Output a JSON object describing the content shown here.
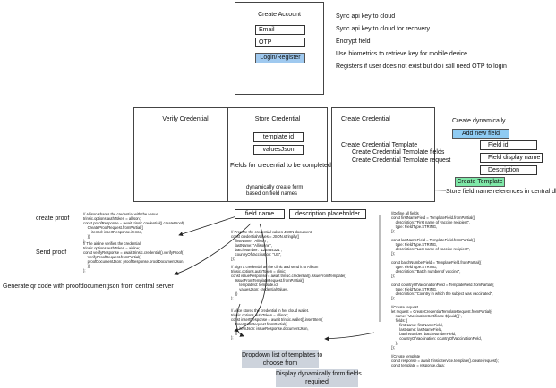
{
  "create_account": {
    "title": "Create Account",
    "email_label": "Email",
    "otp_label": "OTP",
    "login_button": "Login/Register",
    "notes": [
      "Sync api key to cloud",
      "Sync api key to cloud for recovery",
      "Encrypt field",
      "Use biometrics to retrieve key for mobile device",
      "Registers if user does not exist but do i still need OTP to login"
    ]
  },
  "panels": {
    "verify_title": "Verify Credential",
    "store_title": "Store Credential",
    "store_template_id": "template id",
    "store_values_json": "valuesJson",
    "store_fields_note": "Fields for credential to be completed",
    "store_dynamic_note": "dynamically create form\nbased on field names",
    "create_title": "Create Credential",
    "create_template_lines": [
      "Create Credential Template",
      "Create Credential Template fields",
      "Create Credential Template request"
    ]
  },
  "create_dynamic": {
    "title": "Create dynamically",
    "add_field_button": "Add new field",
    "fields": [
      "Field id",
      "Field display name",
      "Description"
    ],
    "create_template_button": "Create Template",
    "central_db_note": "Store field name references in central db"
  },
  "field_row": {
    "field_name": "field name",
    "description_placeholder": "description placeholder"
  },
  "left_notes": {
    "create_proof": "create proof",
    "send_proof": "Send proof",
    "generate_qr": "Generate qr code with proofdocumentjson from central server"
  },
  "code": {
    "alison": "// Allison shares the credential with the venue.\ntrinsic.options.authToken = allison;\nconst proofResponse = await trinsic.credential().createProof(\n    CreateProofRequest.fromPartial({\n        itemId: insertResponse.itemId,\n    })\n);",
    "airline": "// The airline verifies the credential\ntrinsic.options.authToken = airline;\nconst verifyResponse = await trinsic.credential().verifyProof(\n    VerifyProofRequest.fromPartial({\n    proofDocumentJson: proofResponse.proofDocumentJson,\n    })\n);",
    "prepare": "// Prepare the credential values JSON document\nconst credentialValues = JSON.stringify({\n    firstName: \"Allison\",\n    lastName: \"Allisonne\",\n    batchNumber: \"123454321\",\n    countryOfVaccination: \"US\",\n});",
    "sign": "// Sign a credential as the clinic and send it to Allison\ntrinsic.options.authToken = clinic;\nconst issueResponse = await trinsic.credential().issueFromTemplate(\n    IssueFromTemplateRequest.fromPartial({\n        templateId: template.id,\n        valuesJson: credentialValues,\n    })\n);",
    "wallet": "// Alice stores the credential in her cloud wallet.\ntrinsic.options.authToken = allison;\nconst insertResponse = await trinsic.wallet().insertItem(\n    InsertItemRequest.fromPartial({\n        itemJson: issueResponse.documentJson,\n    })\n);",
    "define": "//Define all fields\nconst firstNameField = TemplateField.fromPartial({\n    description: \"First name of vaccine recipient\",\n    type: FieldType.STRING,\n});\n\nconst lastNameField = TemplateField.fromPartial({\n    type: FieldType.STRING,\n    description: \"Last name of vaccine recipient\",\n});\n\nconst batchNumberField = TemplateField.fromPartial({\n    type: FieldType.STRING,\n    description: \"Batch number of vaccine\",\n});\n\nconst countryOfVaccinationField = TemplateField.fromPartial({\n    type: FieldType.STRING,\n    description: \"Country in which the subject was vaccinated\",\n});\n\n//Create request\nlet request = CreateCredentialTemplateRequest.fromPartial({\n    name: `VaccinationCertificate-${uuid()}`,\n    fields: {\n        firstName: firstNameField,\n        lastName: lastNameField,\n        batchNumber: batchNumberField,\n        countryOfVaccination: countryOfVaccinationField,\n    },\n});\n\n//Create template\nconst response = await trinsicService.template().create(request);\nconst template = response.data;"
  },
  "bottom": {
    "dropdown_note": "Dropdown list of templates to\nchoose from",
    "display_note": "Display dynamically form fields\nrequired"
  },
  "colors": {
    "login_button": "#9fc9ef",
    "add_field_button": "#8fcbf2",
    "create_template_button": "#7fe8a8",
    "note_box": "#cdd3dc"
  }
}
